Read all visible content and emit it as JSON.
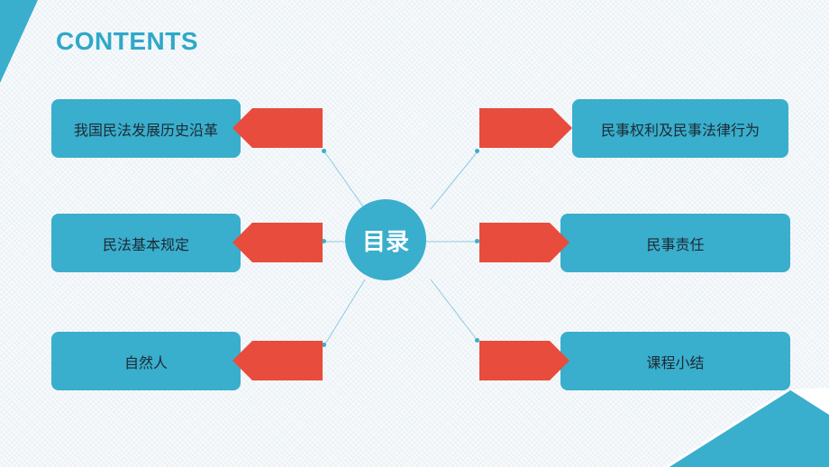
{
  "slide": {
    "title": "CONTENTS",
    "center_label": "目录",
    "left_items": [
      "我国民法发展历史沿革",
      "民法基本规定",
      "自然人"
    ],
    "right_items": [
      "民事权利及民事法律行为",
      "民事责任",
      "课程小结"
    ]
  },
  "colors": {
    "accent": "#3aaecd",
    "arrow": "#e84c3d",
    "title": "#2ea8c8"
  }
}
